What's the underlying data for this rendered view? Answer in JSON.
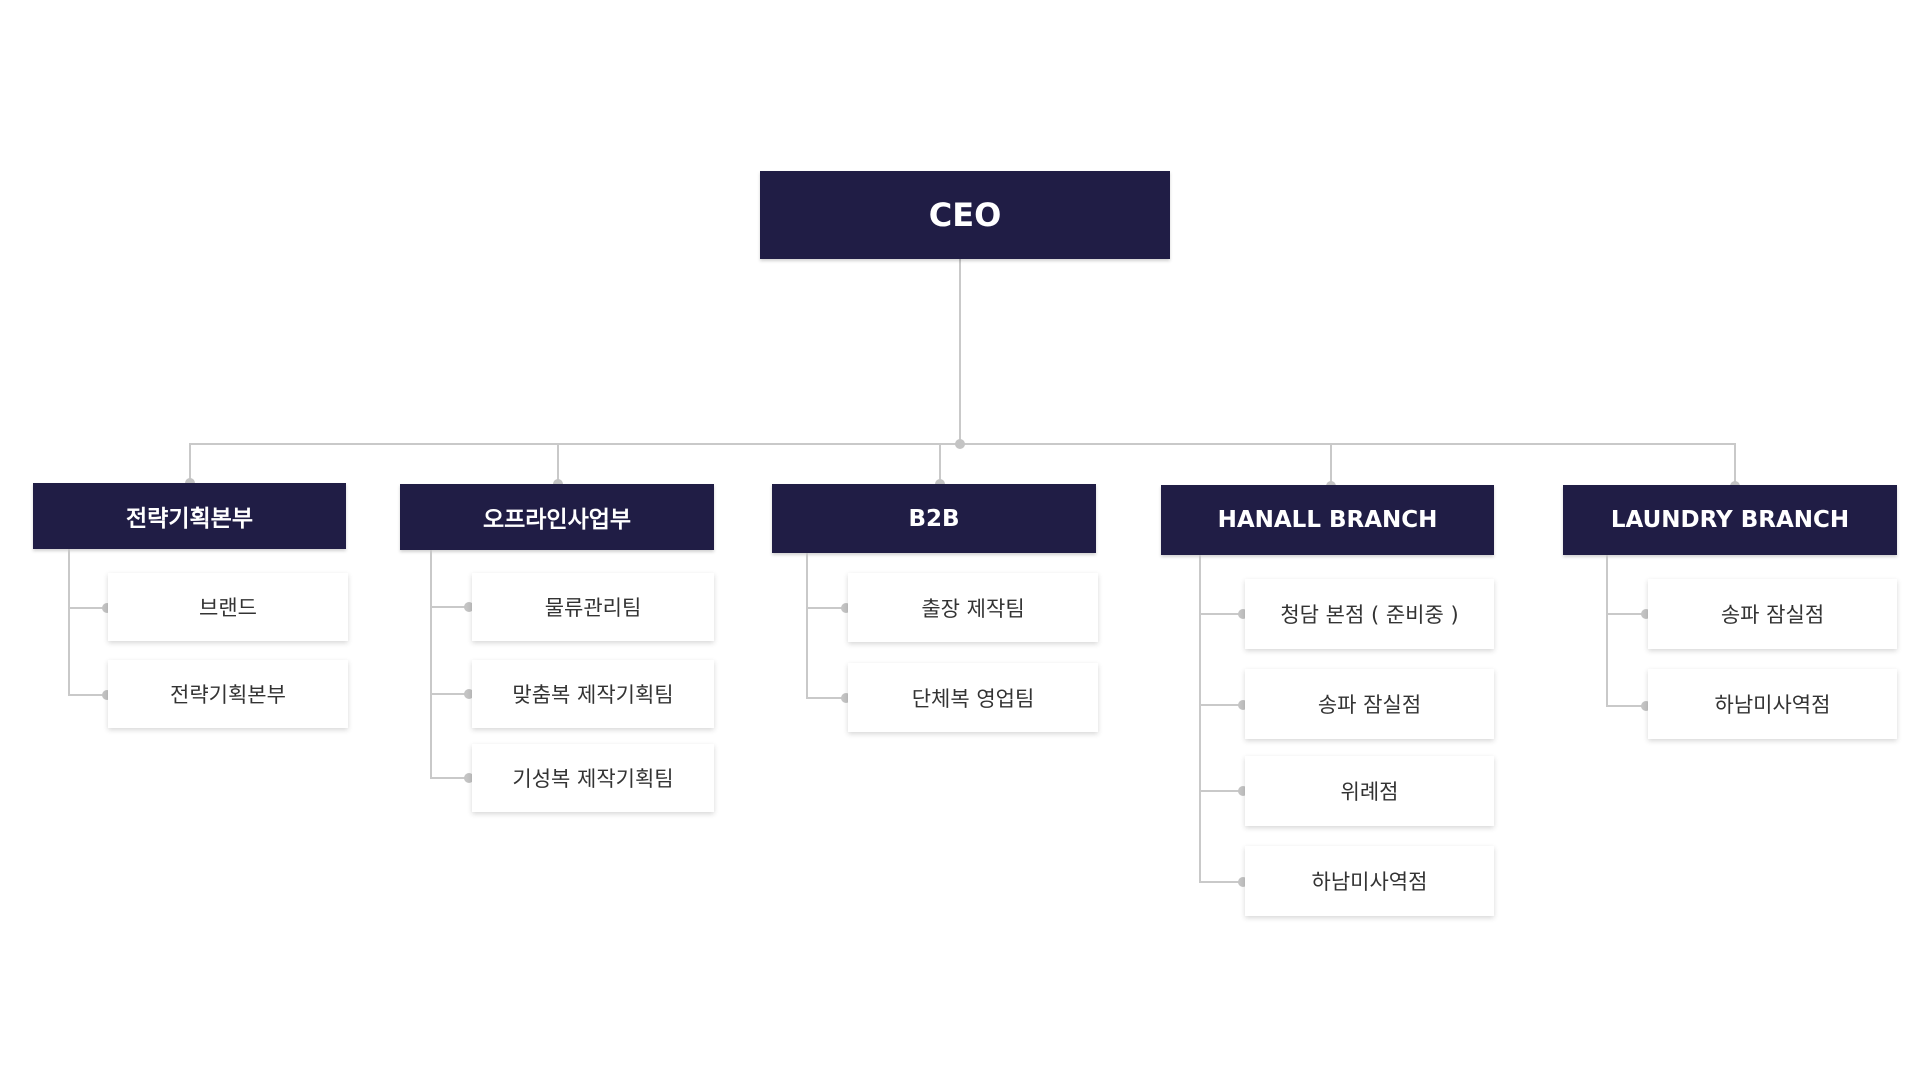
{
  "org_chart": {
    "ceo": {
      "label": "CEO"
    },
    "divisions": [
      {
        "label": "전략기획본부",
        "teams": [
          "브랜드",
          "전략기획본부"
        ]
      },
      {
        "label": "오프라인사업부",
        "teams": [
          "물류관리팀",
          "맞춤복 제작기획팀",
          "기성복 제작기획팀"
        ]
      },
      {
        "label": "B2B",
        "teams": [
          "출장 제작팀",
          "단체복 영업팀"
        ]
      },
      {
        "label": "HANALL BRANCH",
        "teams": [
          "청담 본점 ( 준비중 )",
          "송파 잠실점",
          "위례점",
          "하남미사역점"
        ]
      },
      {
        "label": "LAUNDRY BRANCH",
        "teams": [
          "송파 잠실점",
          "하남미사역점"
        ]
      }
    ]
  },
  "colors": {
    "box_fill": "#201d45",
    "box_text": "#ffffff",
    "team_text": "#333333",
    "connector": "#c9c9c9"
  }
}
